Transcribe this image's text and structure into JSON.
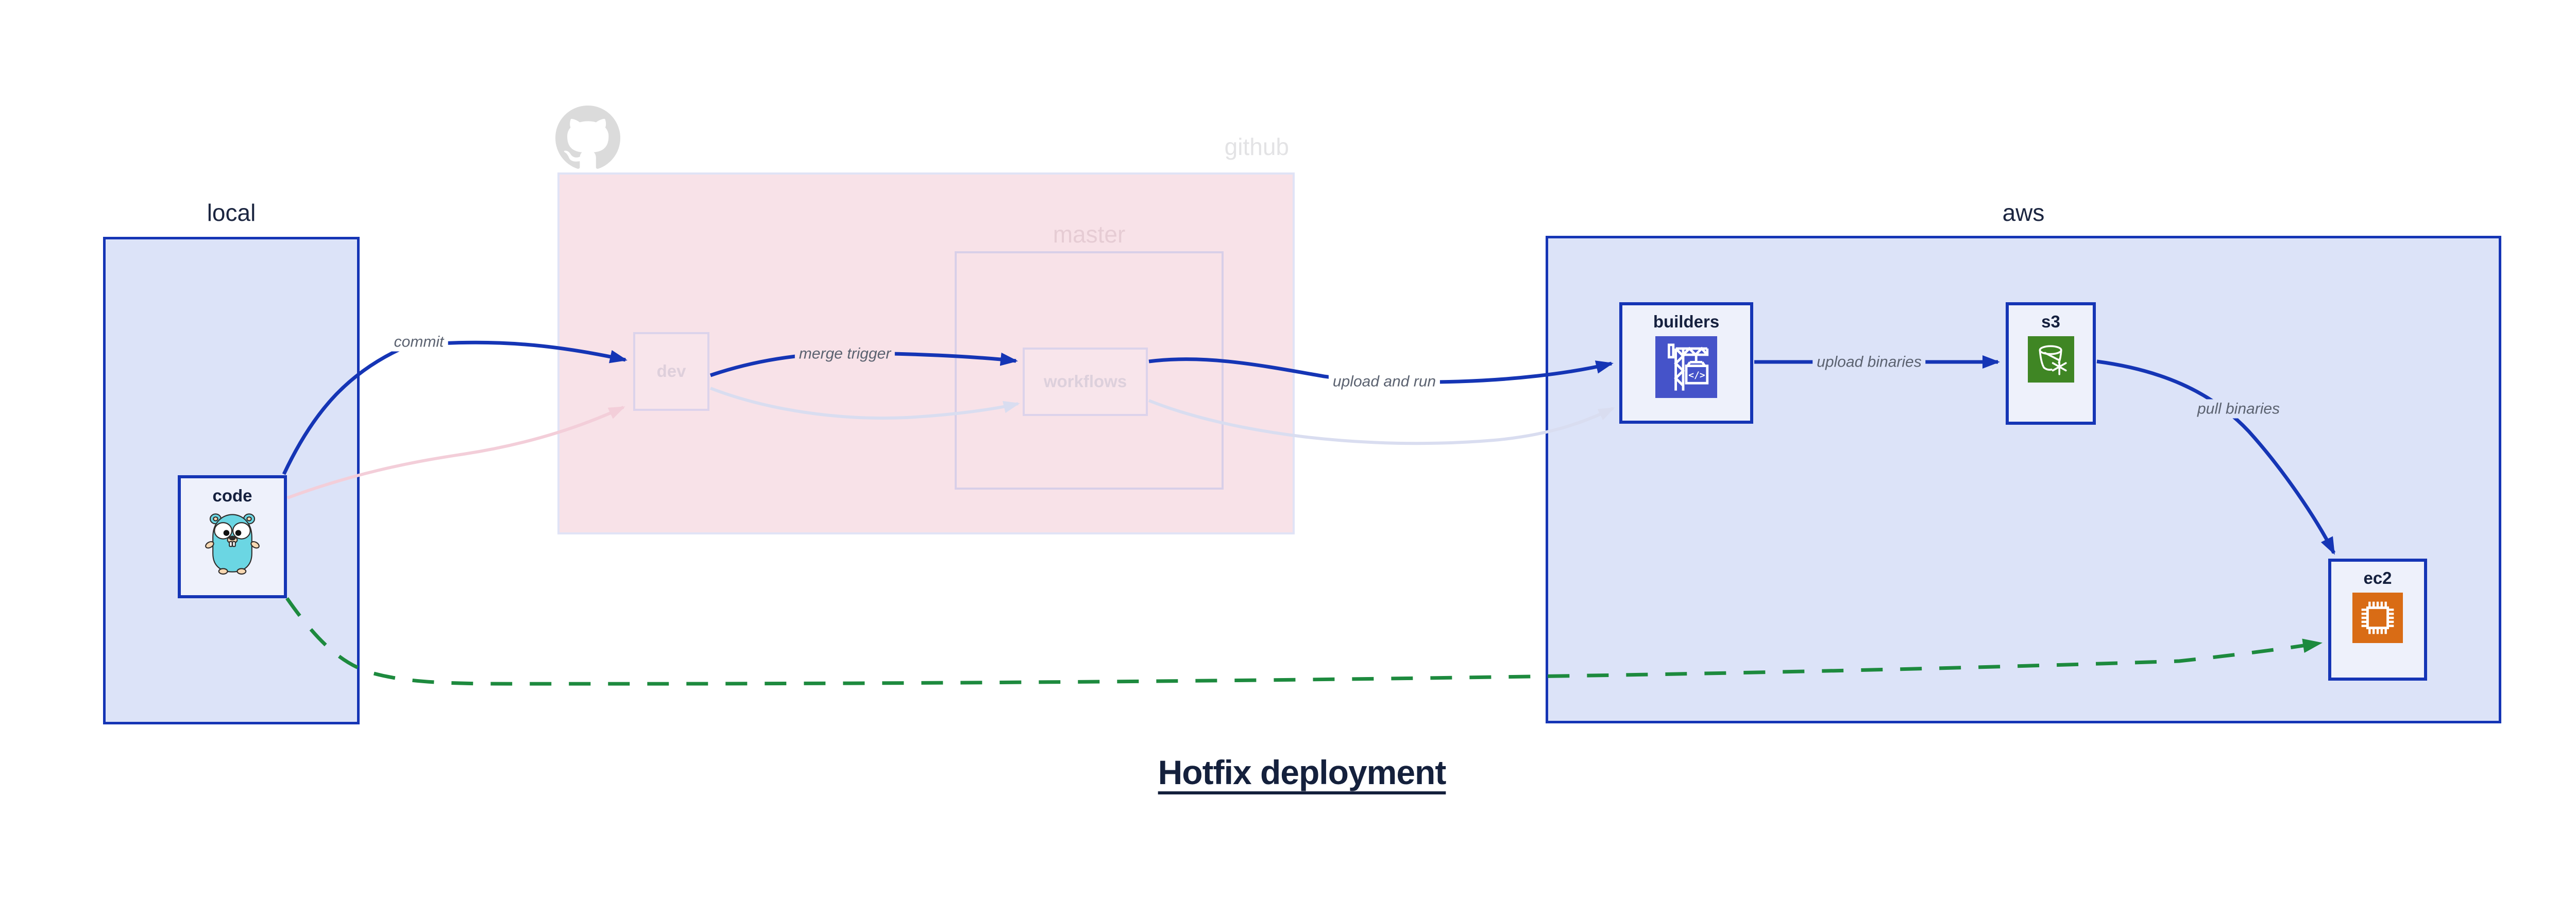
{
  "diagram": {
    "title": "Hotfix deployment",
    "type": "deployment-flow-diagram"
  },
  "groups": {
    "local": {
      "label": "local",
      "state": "active"
    },
    "github": {
      "label": "github",
      "icon": "octocat-icon",
      "state": "faded"
    },
    "master": {
      "label": "master",
      "state": "faded"
    },
    "aws": {
      "label": "aws",
      "state": "active"
    }
  },
  "nodes": {
    "code": {
      "label": "code",
      "icon": "gopher-icon",
      "group": "local",
      "state": "active"
    },
    "dev": {
      "label": "dev",
      "group": "github",
      "state": "faded"
    },
    "workflows": {
      "label": "workflows",
      "group": "master",
      "state": "faded"
    },
    "builders": {
      "label": "builders",
      "icon": "codebuild-crane-icon",
      "group": "aws",
      "state": "active"
    },
    "s3": {
      "label": "s3",
      "icon": "s3-glacier-bucket-icon",
      "group": "aws",
      "state": "active"
    },
    "ec2": {
      "label": "ec2",
      "icon": "ec2-chip-icon",
      "group": "aws",
      "state": "active"
    }
  },
  "edge_labels": {
    "commit": "commit",
    "merge_trigger": "merge trigger",
    "upload_and_run": "upload and run",
    "upload_binaries": "upload binaries",
    "pull_binaries": "pull binaries"
  },
  "edges": [
    {
      "from": "code",
      "to": "dev",
      "label": "commit",
      "style": "solid-blue"
    },
    {
      "from": "dev",
      "to": "workflows",
      "label": "merge trigger",
      "style": "solid-blue"
    },
    {
      "from": "workflows",
      "to": "builders",
      "label": "upload and run",
      "style": "solid-blue"
    },
    {
      "from": "builders",
      "to": "s3",
      "label": "upload binaries",
      "style": "solid-blue"
    },
    {
      "from": "s3",
      "to": "ec2",
      "label": "pull binaries",
      "style": "solid-blue"
    },
    {
      "from": "code",
      "to": "ec2",
      "label": "",
      "style": "dashed-green"
    },
    {
      "from": "code",
      "to": "dev",
      "label": "",
      "style": "faded-pink"
    },
    {
      "from": "dev",
      "to": "workflows",
      "label": "",
      "style": "faded-lavender"
    },
    {
      "from": "workflows",
      "to": "builders",
      "label": "",
      "style": "faded-lavender"
    }
  ],
  "colors": {
    "accent_blue": "#1535b5",
    "hotfix_green": "#1d8a3e",
    "group_fill": "#dce3f8",
    "node_fill": "#eef1fb",
    "github_fill": "#f8e2e8",
    "faded_lavender": "#d9ddf0",
    "faded_pink": "#f3ced9",
    "codebuild_indigo": "#4553c9",
    "s3_green": "#3f8624",
    "ec2_orange": "#d96c15",
    "edge_label_gray": "#5b6270",
    "dark_text": "#15203e"
  }
}
